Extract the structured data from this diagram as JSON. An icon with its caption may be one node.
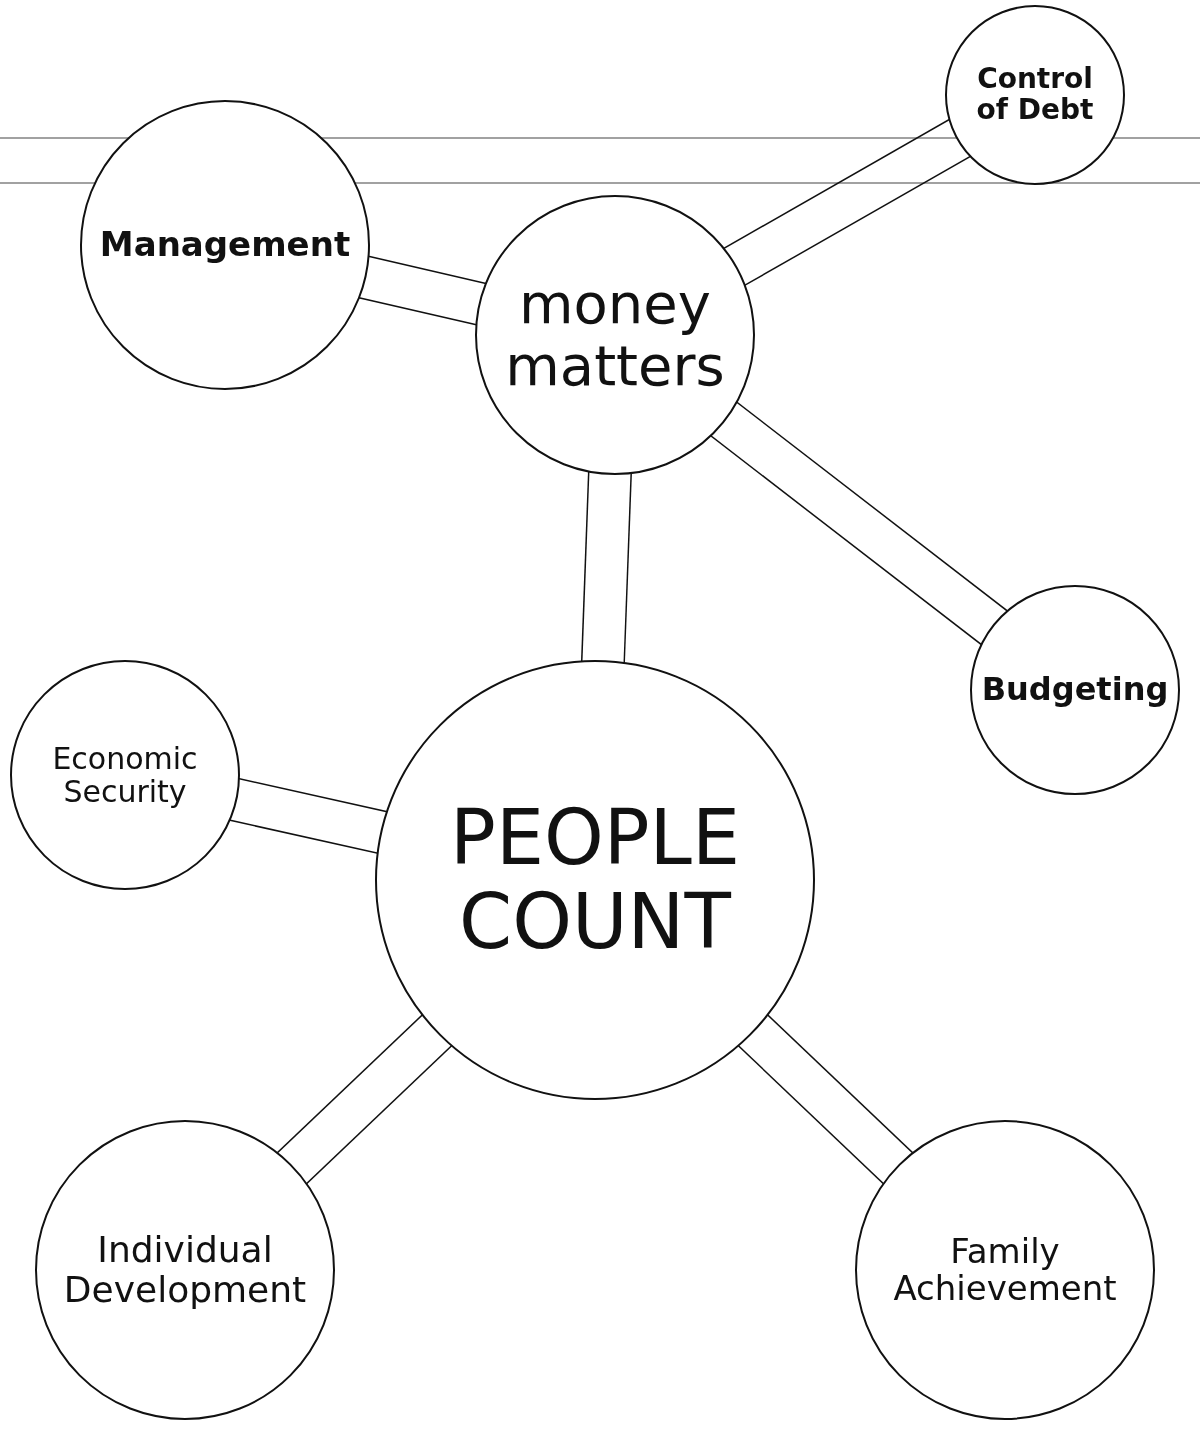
{
  "diagram": {
    "nodes": [
      {
        "text": [
          "Management"
        ]
      },
      {
        "text": [
          "Control of Debt"
        ]
      },
      {
        "text": [
          "money matters"
        ]
      },
      {
        "text": [
          "Budgeting"
        ]
      },
      {
        "text": [
          "Economic Security"
        ]
      },
      {
        "text": [
          "PEOPLE COUNT"
        ]
      },
      {
        "text": [
          "Individual Development"
        ]
      },
      {
        "text": [
          "Family Achievement"
        ]
      }
    ],
    "edges": [
      {
        "from": 0,
        "to": 2,
        "arrow": "none"
      },
      {
        "from": 1,
        "to": 2,
        "arrow": "none"
      },
      {
        "from": 2,
        "to": 3,
        "arrow": "none"
      },
      {
        "from": 2,
        "to": 5,
        "arrow": "none"
      },
      {
        "from": 4,
        "to": 5,
        "arrow": "none"
      },
      {
        "from": 5,
        "to": 6,
        "arrow": "none"
      },
      {
        "from": 5,
        "to": 7,
        "arrow": "none"
      }
    ]
  }
}
